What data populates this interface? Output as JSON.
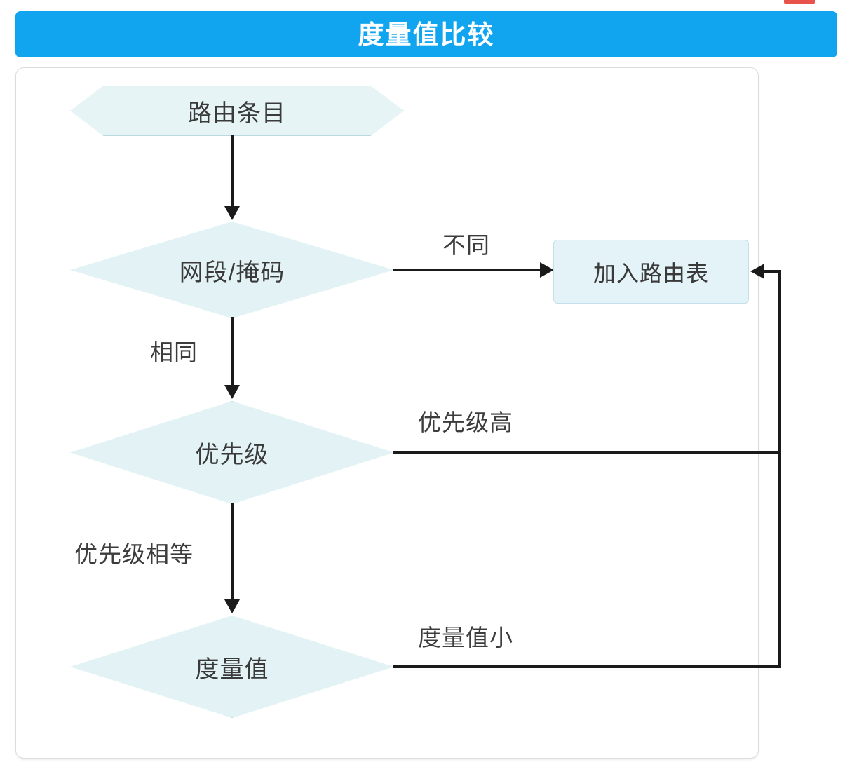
{
  "header": {
    "title": "度量值比较",
    "background_color": "#12A5EF",
    "text_color": "#FFFFFF"
  },
  "decor": {
    "top_right_tab_color": "#E8524B"
  },
  "palette": {
    "node_fill": "#E3F3F5",
    "node_stroke": "#BCD9E0",
    "box_fill": "#E3F3F8",
    "box_stroke": "#C3DFE9",
    "edge_color": "#1A1A1A",
    "panel_border": "#DCDCDC",
    "text_color": "#3A3A3A"
  },
  "chart_data": {
    "type": "diagram",
    "diagram_kind": "flowchart",
    "title": "度量值比较",
    "direction": "top-to-bottom",
    "nodes": [
      {
        "id": "route-entry",
        "label": "路由条目",
        "shape": "hexagon"
      },
      {
        "id": "netmask",
        "label": "网段/掩码",
        "shape": "diamond"
      },
      {
        "id": "add-to-table",
        "label": "加入路由表",
        "shape": "rounded-rectangle"
      },
      {
        "id": "priority",
        "label": "优先级",
        "shape": "diamond"
      },
      {
        "id": "metric",
        "label": "度量值",
        "shape": "diamond"
      }
    ],
    "edges": [
      {
        "from": "route-entry",
        "to": "netmask",
        "label": "",
        "arrow": true
      },
      {
        "from": "netmask",
        "to": "add-to-table",
        "label": "不同",
        "arrow": true
      },
      {
        "from": "netmask",
        "to": "priority",
        "label": "相同",
        "arrow": true
      },
      {
        "from": "priority",
        "to": "add-to-table",
        "label": "优先级高",
        "arrow": true
      },
      {
        "from": "priority",
        "to": "metric",
        "label": "优先级相等",
        "arrow": true
      },
      {
        "from": "metric",
        "to": "add-to-table",
        "label": "度量值小",
        "arrow": true
      }
    ]
  },
  "nodes": {
    "route_entry": "路由条目",
    "netmask": "网段/掩码",
    "add_to_table": "加入路由表",
    "priority": "优先级",
    "metric": "度量值"
  },
  "edge_labels": {
    "different": "不同",
    "same": "相同",
    "higher_priority": "优先级高",
    "equal_priority": "优先级相等",
    "lower_metric": "度量值小"
  }
}
